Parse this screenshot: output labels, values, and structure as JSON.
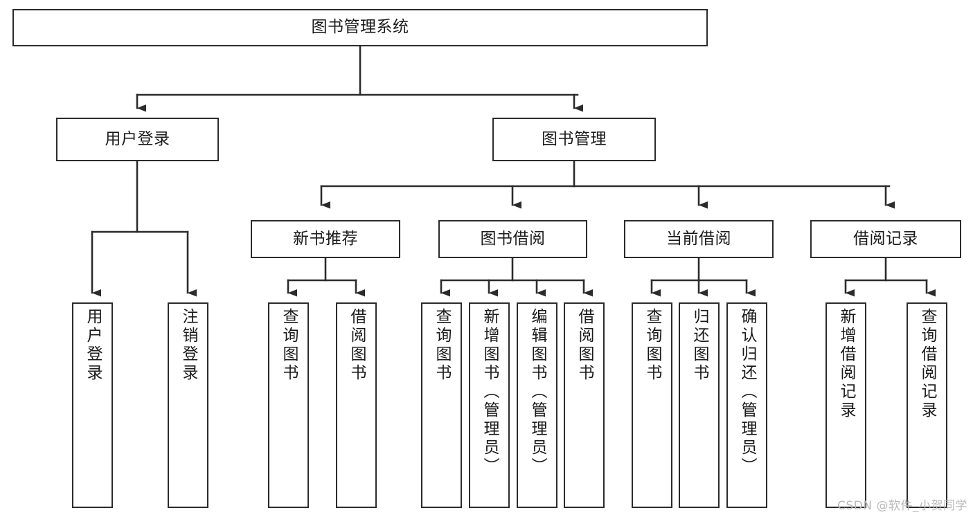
{
  "diagram": {
    "title": "图书管理系统",
    "type": "tree",
    "stroke_color": "#2b2b2b",
    "fill_color": "#ffffff",
    "text_color": "#1a1a1a",
    "watermark": "CSDN @软件_小贺同学",
    "root": {
      "id": "root",
      "label": "图书管理系统"
    },
    "level2": [
      {
        "id": "user-login",
        "label": "用户登录"
      },
      {
        "id": "book-manage",
        "label": "图书管理"
      }
    ],
    "level3": [
      {
        "id": "new-book-rec",
        "label": "新书推荐"
      },
      {
        "id": "book-borrow",
        "label": "图书借阅"
      },
      {
        "id": "current-borrow",
        "label": "当前借阅"
      },
      {
        "id": "borrow-record",
        "label": "借阅记录"
      }
    ],
    "leaves": {
      "user_login": [
        {
          "id": "leaf-user-login",
          "label": "用户登录"
        },
        {
          "id": "leaf-logout-login",
          "label": "注销登录"
        }
      ],
      "new_book_rec": [
        {
          "id": "leaf-query-book-1",
          "label": "查询图书"
        },
        {
          "id": "leaf-borrow-book-1",
          "label": "借阅图书"
        }
      ],
      "book_borrow": [
        {
          "id": "leaf-query-book-2",
          "label": "查询图书"
        },
        {
          "id": "leaf-add-book",
          "label": "新增图书（管理员）"
        },
        {
          "id": "leaf-edit-book",
          "label": "编辑图书（管理员）"
        },
        {
          "id": "leaf-borrow-book-2",
          "label": "借阅图书"
        }
      ],
      "current_borrow": [
        {
          "id": "leaf-query-book-3",
          "label": "查询图书"
        },
        {
          "id": "leaf-return-book",
          "label": "归还图书"
        },
        {
          "id": "leaf-confirm-return",
          "label": "确认归还（管理员）"
        }
      ],
      "borrow_record": [
        {
          "id": "leaf-add-record",
          "label": "新增借阅记录"
        },
        {
          "id": "leaf-query-record",
          "label": "查询借阅记录"
        }
      ]
    }
  }
}
